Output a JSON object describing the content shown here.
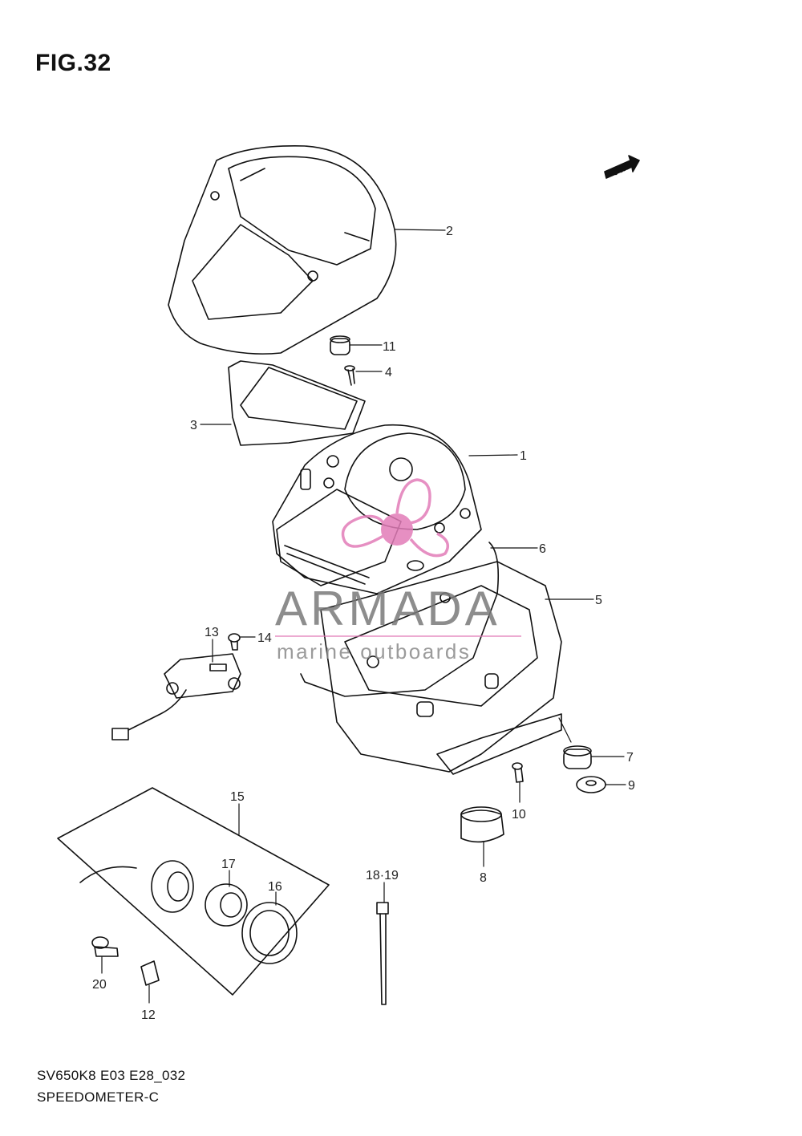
{
  "figure": {
    "title": "FIG.32",
    "model_code": "SV650K8 E03 E28_032",
    "name": "SPEEDOMETER-C",
    "fwd_label": "FWD"
  },
  "watermark": {
    "brand": "ARMADA",
    "tagline": "marine outboards",
    "accent_color": "#e27cb8"
  },
  "callouts": [
    {
      "id": "1",
      "label": "1"
    },
    {
      "id": "2",
      "label": "2"
    },
    {
      "id": "3",
      "label": "3"
    },
    {
      "id": "4",
      "label": "4"
    },
    {
      "id": "5",
      "label": "5"
    },
    {
      "id": "6",
      "label": "6"
    },
    {
      "id": "7",
      "label": "7"
    },
    {
      "id": "8",
      "label": "8"
    },
    {
      "id": "9",
      "label": "9"
    },
    {
      "id": "10",
      "label": "10"
    },
    {
      "id": "11",
      "label": "11"
    },
    {
      "id": "12",
      "label": "12"
    },
    {
      "id": "13",
      "label": "13"
    },
    {
      "id": "14",
      "label": "14"
    },
    {
      "id": "15",
      "label": "15"
    },
    {
      "id": "16",
      "label": "16"
    },
    {
      "id": "17",
      "label": "17"
    },
    {
      "id": "18-19",
      "label": "18·19"
    },
    {
      "id": "20",
      "label": "20"
    }
  ]
}
